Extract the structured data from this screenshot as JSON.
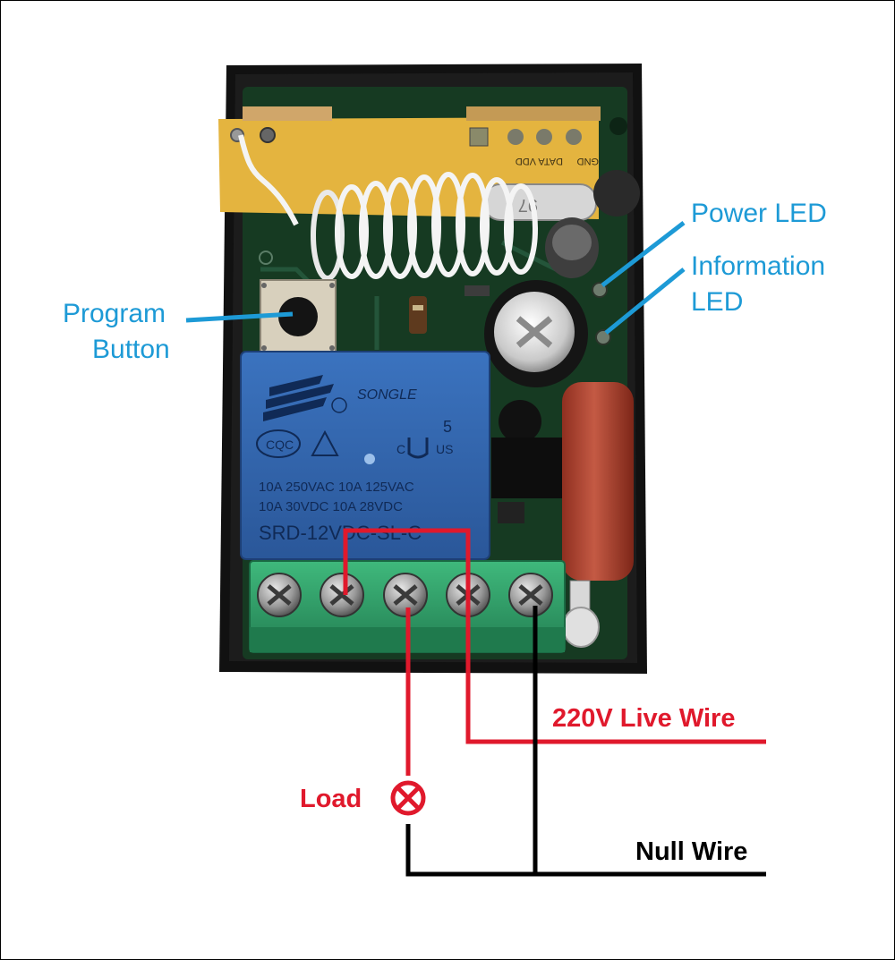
{
  "callouts": {
    "power_led": "Power LED",
    "information_led_line1": "Information",
    "information_led_line2": "LED",
    "program_button_line1": "Program",
    "program_button_line2": "Button"
  },
  "wiring": {
    "live_wire": "220V Live Wire",
    "load": "Load",
    "null_wire": "Null Wire"
  },
  "board": {
    "rf_pin_labels": [
      "VDD",
      "DATA",
      "GND"
    ],
    "crystal_marking": "97",
    "relay_brand": "SONGLE",
    "relay_cert_cqc": "CQC",
    "relay_rating_number": "5",
    "relay_ul_c": "C",
    "relay_ul_us": "US",
    "relay_rating_row1": "10A 250VAC  10A 125VAC",
    "relay_rating_row2": "10A 30VDC  10A 28VDC",
    "relay_model": "SRD-12VDC-SL-C"
  },
  "colors": {
    "callout_blue": "#1d9ad6",
    "live_red": "#e0192c",
    "null_black": "#000000",
    "relay_blue": "#2f63ad",
    "terminal_green": "#2fa36b",
    "rf_module_yellow": "#e4b43f",
    "pcb_green": "#163a22",
    "capacitor_red": "#b2442f"
  }
}
